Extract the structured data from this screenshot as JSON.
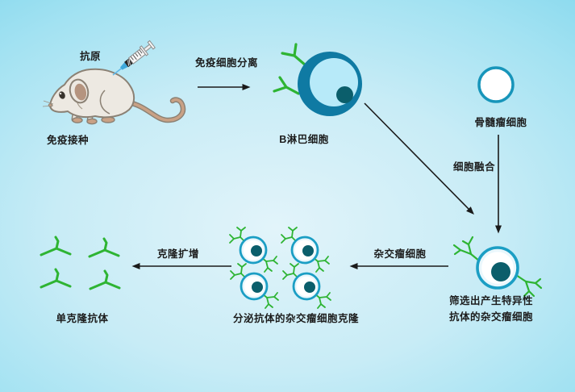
{
  "diagram_type": "monoclonal-antibody-production-flow",
  "labels": {
    "antigen": "抗原",
    "immunization": "免疫接种",
    "cell_separation": "免疫细胞分离",
    "b_lymphocyte": "B淋巴细胞",
    "myeloma": "骨髓瘤细胞",
    "cell_fusion": "细胞融合",
    "screening_line1": "筛选出产生特异性",
    "screening_line2": "抗体的杂交瘤细胞",
    "hybridoma": "杂交瘤细胞",
    "clones": "分泌抗体的杂交瘤细胞克隆",
    "clone_expansion": "克隆扩增",
    "monoclonal_antibody": "单克隆抗体"
  },
  "colors": {
    "background_center": "#e2f4fa",
    "background_edge": "#58c7e8",
    "cell_membrane_teal": "#1b9ec4",
    "b_cell_body": "#0f7aa3",
    "b_cell_cytoplasm": "#b7eaf9",
    "nucleus_dark_teal": "#0b5e6b",
    "antibody_green": "#2eb433",
    "arrow_black": "#1a1a1a",
    "mouse_body": "#ede9e2",
    "mouse_outline": "#8b8174",
    "mouse_ear_inner": "#b5947f",
    "mouse_tail": "#c9a185",
    "syringe_blue": "#3fa9dc",
    "myeloma_fill": "#ffffff"
  }
}
